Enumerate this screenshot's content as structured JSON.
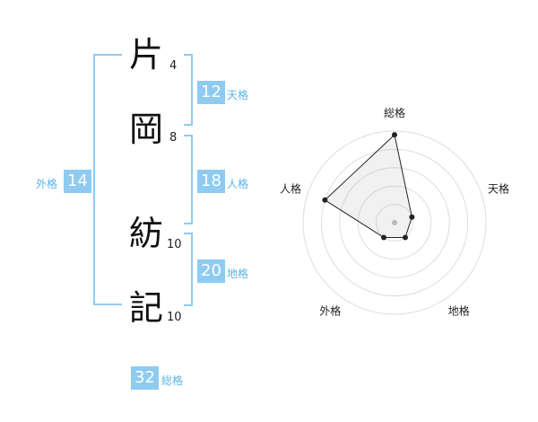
{
  "name": {
    "characters": [
      {
        "char": "片",
        "strokes": "4"
      },
      {
        "char": "岡",
        "strokes": "8"
      },
      {
        "char": "紡",
        "strokes": "10"
      },
      {
        "char": "記",
        "strokes": "10"
      }
    ]
  },
  "fortune": {
    "tenkaku": {
      "value": "12",
      "label": "天格"
    },
    "jinkaku": {
      "value": "18",
      "label": "人格"
    },
    "chikaku": {
      "value": "20",
      "label": "地格"
    },
    "gaikaku": {
      "value": "14",
      "label": "外格"
    },
    "soukaku": {
      "value": "32",
      "label": "総格"
    }
  },
  "colors": {
    "accent": "#8fcbf1",
    "accent_text": "#5ab4ea"
  },
  "chart_data": {
    "type": "radar",
    "axes": [
      "総格",
      "天格",
      "地格",
      "外格",
      "人格"
    ],
    "values": [
      4.8,
      1.0,
      1.0,
      1.0,
      4.0
    ],
    "max": 5,
    "rings": 5
  }
}
